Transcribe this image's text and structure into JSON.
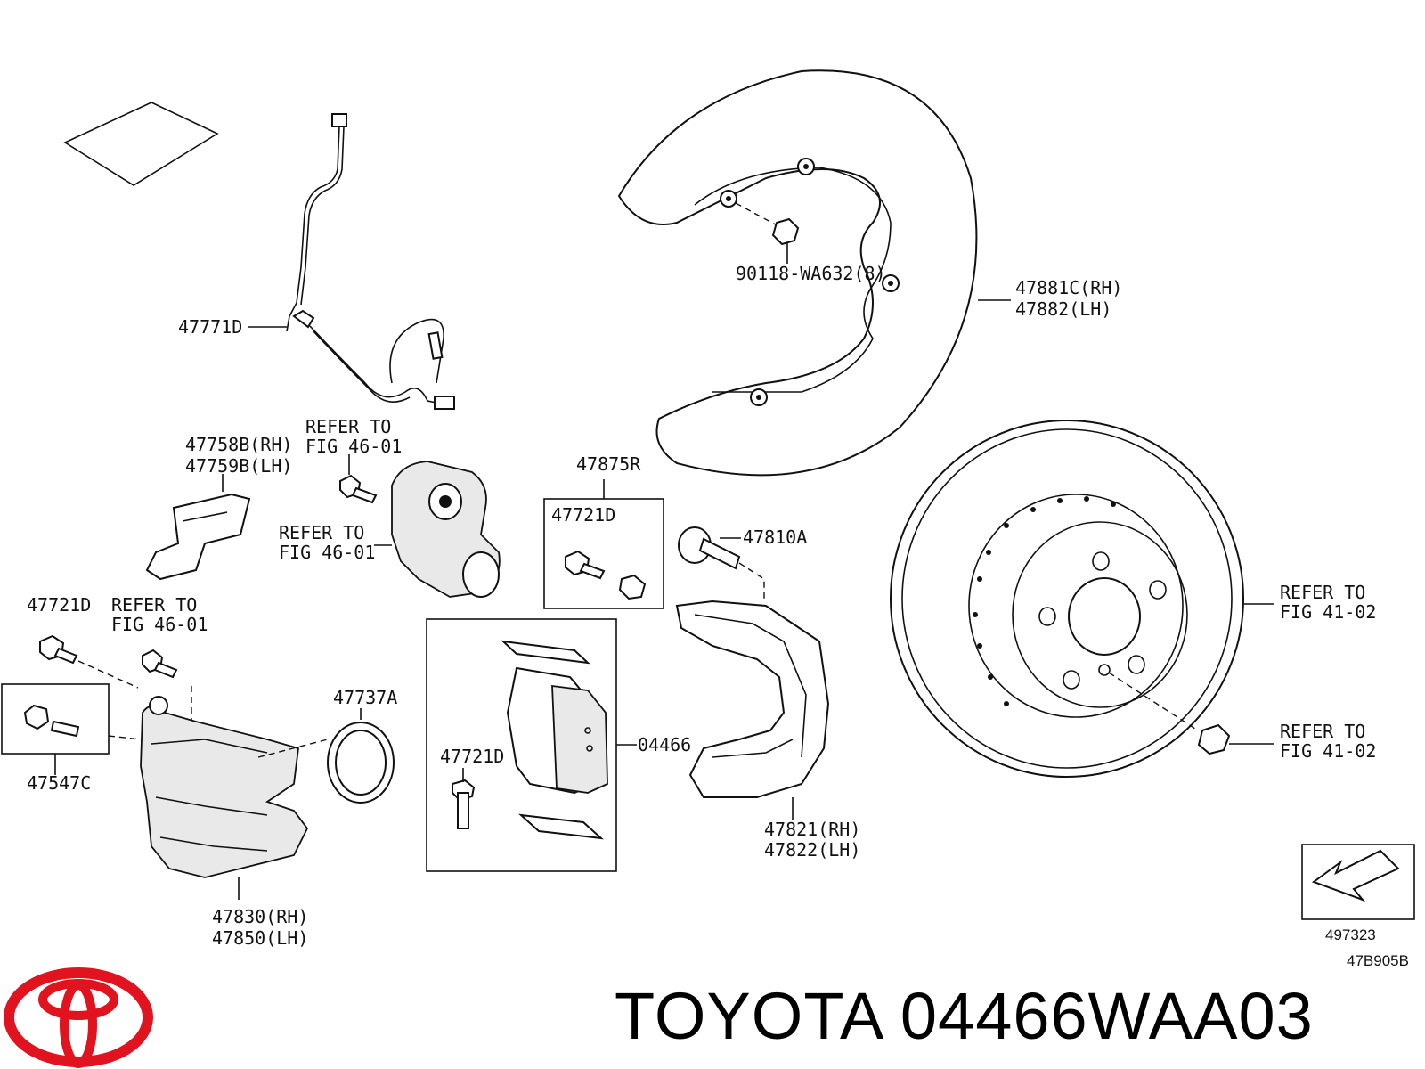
{
  "labels": {
    "sensor": "47771D",
    "bolt_top": "90118-WA632(8)",
    "shield_rh": "47881C(RH)",
    "shield_lh": "47882(LH)",
    "bracket_rh": "47758B(RH)",
    "bracket_lh": "47759B(LH)",
    "refer_a_1": "REFER TO",
    "refer_a_2": "FIG 46-01",
    "refer_b_1": "REFER TO",
    "refer_b_2": "FIG 46-01",
    "refer_c_1": "REFER TO",
    "refer_c_2": "FIG 46-01",
    "kit": "47875R",
    "kit_bolt": "47721D",
    "slide_pin": "47810A",
    "bolt_left": "47721D",
    "bleeder": "47547C",
    "seal": "47737A",
    "pads": "04466",
    "pad_bolt": "47721D",
    "mount_rh": "47821(RH)",
    "mount_lh": "47822(LH)",
    "caliper_rh": "47830(RH)",
    "caliper_lh": "47850(LH)",
    "refer_d_1": "REFER TO",
    "refer_d_2": "FIG 41-02",
    "refer_e_1": "REFER TO",
    "refer_e_2": "FIG 41-02",
    "front_code": "497323",
    "figure_code": "47B905B"
  },
  "brand": {
    "text": "TOYOTA 04466WAA03",
    "logo": "toyota-logo",
    "logo_color": "#e0131f"
  }
}
